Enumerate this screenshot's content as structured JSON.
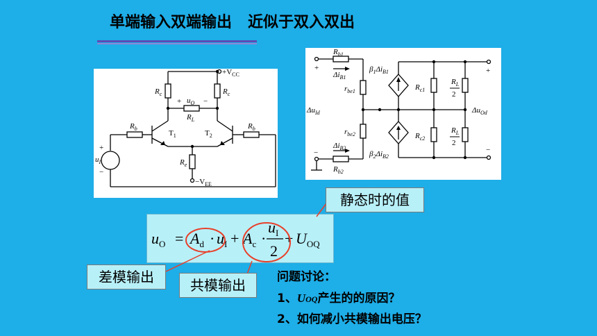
{
  "slide": {
    "title": "单端输入双端输出   近似于双入双出",
    "accent_color": "#1eaee8"
  },
  "circuit1": {
    "vcc": "+V",
    "vcc_sub": "CC",
    "vee": "−V",
    "vee_sub": "EE",
    "rc_left": "R",
    "rc_left_sub": "c",
    "rc_right": "R",
    "rc_right_sub": "c",
    "rl": "R",
    "rl_sub": "L",
    "uo": "u",
    "uo_sub": "O",
    "plus": "+",
    "minus": "−",
    "t1": "T",
    "t1_sub": "1",
    "t2": "T",
    "t2_sub": "2",
    "rb_left": "R",
    "rb_left_sub": "b",
    "rb_right": "R",
    "rb_right_sub": "b",
    "re": "R",
    "re_sub": "e",
    "ui": "u",
    "ui_sub": "I"
  },
  "circuit2": {
    "rb1": "R",
    "rb1_sub": "b1",
    "dib1": "Δi",
    "dib1_sub": "B1",
    "beta1": "β",
    "beta1_sub": "1",
    "beta_dib1": "Δi",
    "beta_dib1_sub": "B1",
    "rbe1": "r",
    "rbe1_sub": "be1",
    "rc1": "R",
    "rc1_sub": "c1",
    "rl_half_top": "R",
    "rl_half_top_sub": "L",
    "two": "2",
    "dui": "Δu",
    "dui_sub": "Id",
    "duo": "Δu",
    "duo_sub": "Od",
    "rbe2": "r",
    "rbe2_sub": "be2",
    "rc2": "R",
    "rc2_sub": "c2",
    "dib2": "Δi",
    "dib2_sub": "B2",
    "rb2": "R",
    "rb2_sub": "b2",
    "beta2": "β",
    "beta2_sub": "2",
    "beta_dib2": "Δi",
    "beta_dib2_sub": "B2",
    "plus": "+",
    "minus": "−"
  },
  "formula": {
    "lhs": "u",
    "lhs_sub": "O",
    "eq": "=",
    "ad": "A",
    "ad_sub": "d",
    "dot": "·",
    "ui": "u",
    "ui_sub": "I",
    "plus": "+",
    "ac": "A",
    "ac_sub": "c",
    "frac_num": "u",
    "frac_num_sub": "I",
    "frac_den": "2",
    "uoq": "U",
    "uoq_sub": "OQ"
  },
  "callouts": {
    "static_value": "静态时的值",
    "diff_output": "差模输出",
    "common_output": "共模输出",
    "circle_color": "#e8402a"
  },
  "discussion": {
    "heading": "问题讨论：",
    "q1_prefix": "1、",
    "q1_symbol": "U",
    "q1_symbol_sub": "OQ",
    "q1_text": "产生的的原因？",
    "q2": "2、如何减小共模输出电压？"
  }
}
